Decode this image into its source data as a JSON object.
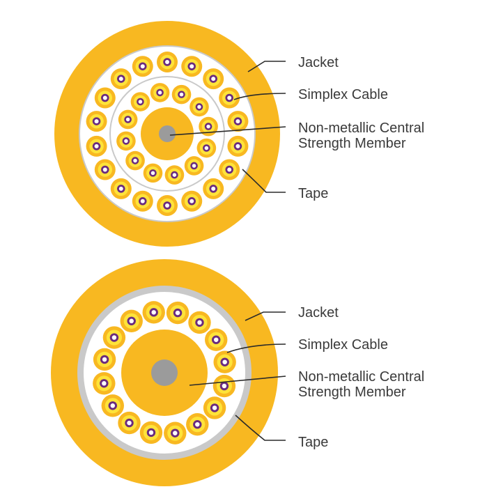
{
  "colors": {
    "jacket": "#f8b821",
    "tape": "#c9c9c9",
    "filler": "#ffffff",
    "simplex_outer": "#f8b821",
    "simplex_ring": "#fee33a",
    "fiber_core": "#6a2b7e",
    "central_member_grey": "#9b9b9b",
    "text": "#3a3a3a"
  },
  "diagrams": [
    {
      "labels": {
        "jacket": "Jacket",
        "simplex": "Simplex Cable",
        "central_line1": "Non-metallic Central",
        "central_line2": "Strength Member",
        "tape": "Tape"
      }
    },
    {
      "labels": {
        "jacket": "Jacket",
        "simplex": "Simplex Cable",
        "central_line1": "Non-metallic Central",
        "central_line2": "Strength Member",
        "tape": "Tape"
      }
    }
  ]
}
